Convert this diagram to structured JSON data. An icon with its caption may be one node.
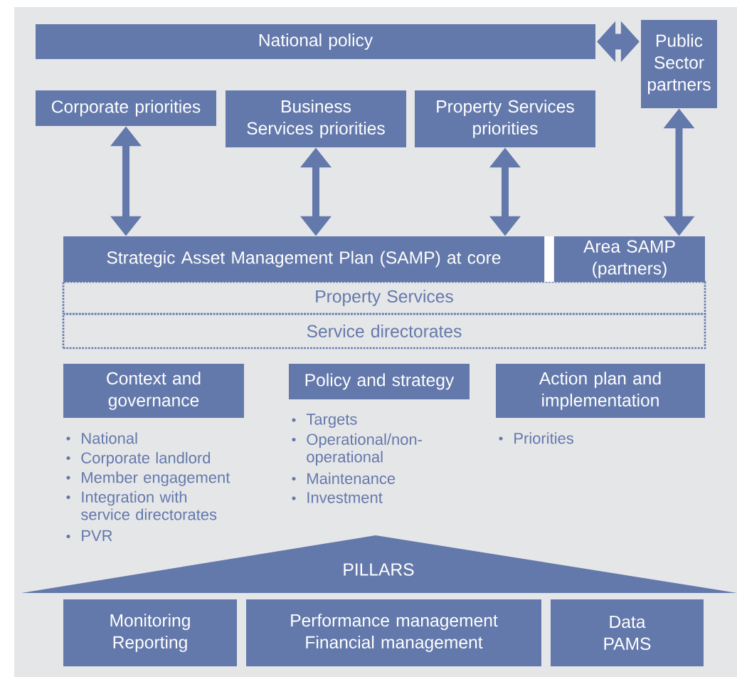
{
  "diagram": {
    "nodes": [
      {
        "text": [
          "National policy"
        ]
      },
      {
        "text": [
          "Public Sector partners"
        ]
      },
      {
        "text": [
          "Corporate priorities"
        ]
      },
      {
        "text": [
          "Business Services priorities"
        ]
      },
      {
        "text": [
          "Property Services priorities"
        ]
      },
      {
        "text": [
          "Strategic Asset Management Plan (SAMP) at core"
        ]
      },
      {
        "text": [
          "Area SAMP (partners)"
        ]
      },
      {
        "text": [
          "Property Services"
        ]
      },
      {
        "text": [
          "Service directorates"
        ]
      },
      {
        "text": [
          "Context and governance"
        ],
        "beside": [
          "National",
          "Corporate landlord",
          "Member engagement",
          "Integration with service directorates",
          "PVR"
        ]
      },
      {
        "text": [
          "Policy and strategy"
        ],
        "beside": [
          "Targets",
          "Operational/non-operational",
          "Maintenance",
          "Investment"
        ]
      },
      {
        "text": [
          "Action plan and implementation"
        ],
        "beside": [
          "Priorities"
        ]
      },
      {
        "text": [
          "PILLARS"
        ]
      },
      {
        "text": [
          "Monitoring",
          "Reporting"
        ]
      },
      {
        "text": [
          "Performance management",
          "Financial management"
        ]
      },
      {
        "text": [
          "Data",
          "PAMS"
        ]
      }
    ],
    "edges": [
      {
        "from": 0,
        "to": 1,
        "arrow": "both",
        "style": "thick"
      },
      {
        "from": 2,
        "to": 5,
        "arrow": "both"
      },
      {
        "from": 3,
        "to": 5,
        "arrow": "both"
      },
      {
        "from": 4,
        "to": 5,
        "arrow": "both"
      },
      {
        "from": 1,
        "to": 6,
        "arrow": "both"
      }
    ]
  }
}
